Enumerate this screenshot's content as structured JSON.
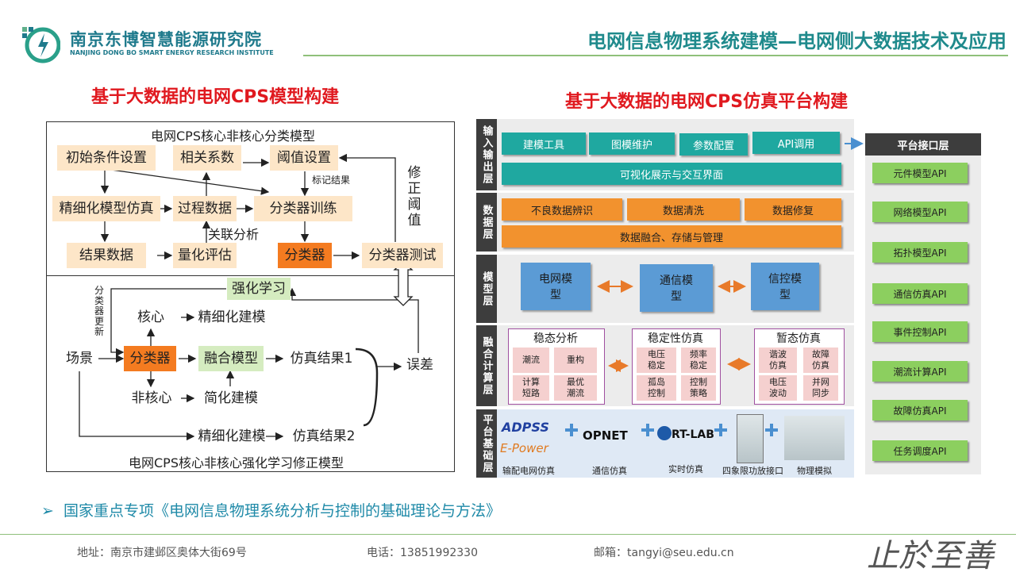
{
  "header": {
    "org_cn": "南京东博智慧能源研究院",
    "org_en": "NANJING DONG BO SMART ENERGY RESEARCH INSTITUTE",
    "title": "电网信息物理系统建模—电网侧大数据技术及应用"
  },
  "left": {
    "title": "基于大数据的电网CPS模型构建",
    "top_caption": "电网CPS核心非核心分类模型",
    "bottom_caption": "电网CPS核心非核心强化学习修正模型",
    "boxes": {
      "init": "初始条件设置",
      "corr": "相关系数",
      "thresh": "阈值设置",
      "fine_sim": "精细化模型仿真",
      "process": "过程数据",
      "train": "分类器训练",
      "result": "结果数据",
      "quant": "量化评估",
      "classifier": "分类器",
      "test": "分类器测试",
      "rl": "强化学习",
      "core": "核心",
      "fine_model": "精细化建模",
      "scene": "场景",
      "classifier2": "分类器",
      "fusion": "融合模型",
      "sim1": "仿真结果1",
      "error": "误差",
      "noncore": "非核心",
      "simple": "简化建模",
      "fine_model2": "精细化建模",
      "sim2": "仿真结果2"
    },
    "labels": {
      "mark": "标记结果",
      "corr_analysis": "关联分析",
      "fix_thresh": "修正阈值",
      "update": "分类器更新"
    }
  },
  "right": {
    "title": "基于大数据的电网CPS仿真平台构建",
    "layers": {
      "io": "输入输出层",
      "data": "数据层",
      "model": "模型层",
      "compute": "融合计算层",
      "base": "平台基础层"
    },
    "io_items": [
      "建模工具",
      "图模维护",
      "参数配置",
      "API调用"
    ],
    "io_bar": "可视化展示与交互界面",
    "data_items": [
      "不良数据辨识",
      "数据清洗",
      "数据修复"
    ],
    "data_bar": "数据融合、存储与管理",
    "models": [
      "电网模型",
      "通信模型",
      "信控模型"
    ],
    "compute": [
      {
        "title": "稳态分析",
        "cells": [
          "潮流",
          "重构",
          "计算短路",
          "最优潮流"
        ]
      },
      {
        "title": "稳定性仿真",
        "cells": [
          "电压稳定",
          "频率稳定",
          "孤岛控制",
          "控制策略"
        ]
      },
      {
        "title": "暂态仿真",
        "cells": [
          "谐波仿真",
          "故障仿真",
          "电压波动",
          "并网同步"
        ]
      }
    ],
    "base_logos": [
      "ADPSS",
      "E-Power",
      "OPNET",
      "RT-LAB"
    ],
    "base_labels": [
      "输配电网仿真",
      "通信仿真",
      "实时仿真",
      "四象限功放接口",
      "物理模拟"
    ],
    "api_head": "平台接口层",
    "apis": [
      "元件模型API",
      "网络模型API",
      "拓扑模型API",
      "通信仿真API",
      "事件控制API",
      "潮流计算API",
      "故障仿真API",
      "任务调度API"
    ]
  },
  "bullet": "国家重点专项《电网信息物理系统分析与控制的基础理论与方法》",
  "footer": {
    "address": "地址：南京市建邺区奥体大街69号",
    "phone": "电话：13851992330",
    "email": "邮箱：tangyi@seu.edu.cn",
    "motto": "止於至善"
  },
  "colors": {
    "accent": "#1f8a8c",
    "title_red": "#e0191f",
    "orange": "#f47b20",
    "green": "#8ccf5f"
  }
}
